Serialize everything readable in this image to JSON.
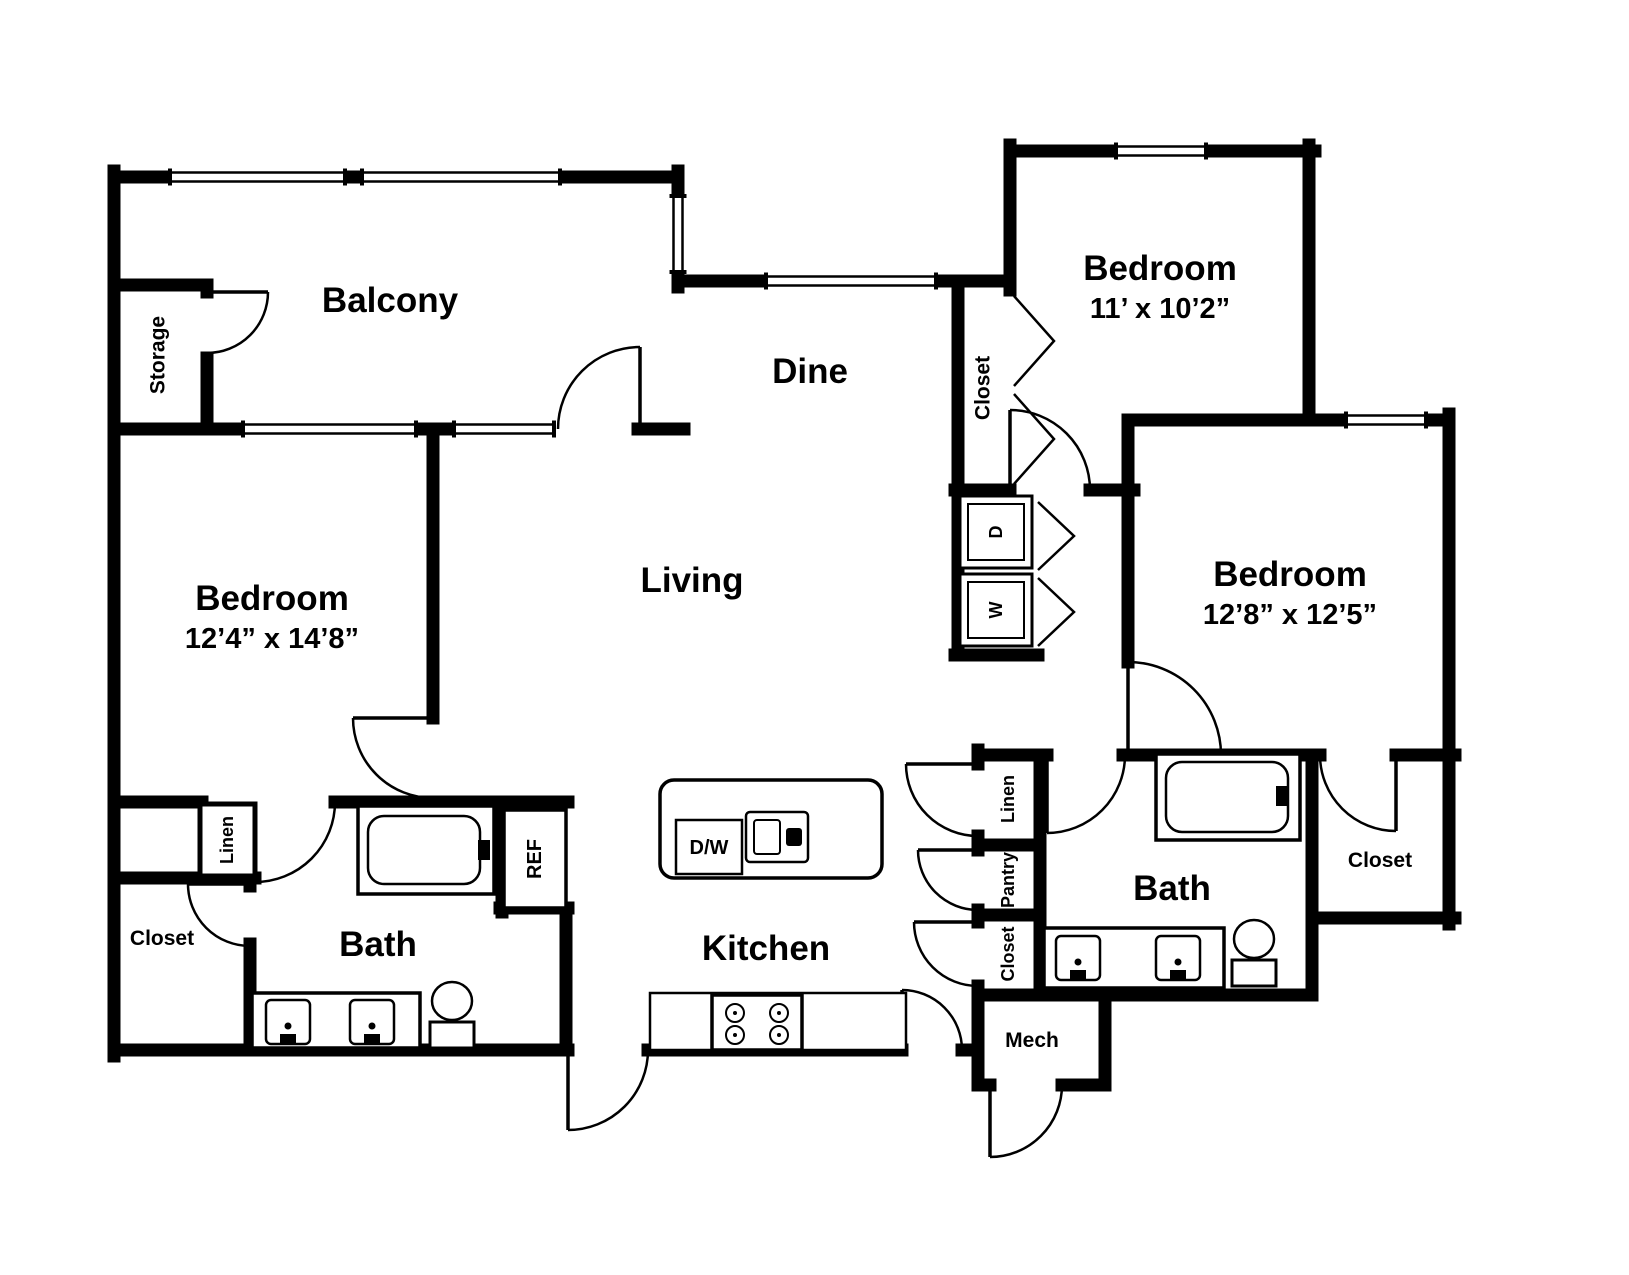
{
  "colors": {
    "line": "#000000",
    "background": "#ffffff"
  },
  "rooms": {
    "balcony": {
      "label": "Balcony"
    },
    "storage": {
      "label": "Storage"
    },
    "dine": {
      "label": "Dine"
    },
    "living": {
      "label": "Living"
    },
    "kitchen": {
      "label": "Kitchen"
    },
    "bedroom_top_right": {
      "label": "Bedroom",
      "dimensions": "11’ x 10’2”"
    },
    "bedroom_left": {
      "label": "Bedroom",
      "dimensions": "12’4” x 14’8”"
    },
    "bedroom_right": {
      "label": "Bedroom",
      "dimensions": "12’8” x 12’5”"
    },
    "bath_left": {
      "label": "Bath"
    },
    "bath_right": {
      "label": "Bath"
    },
    "mech": {
      "label": "Mech"
    }
  },
  "storage_spaces": {
    "closet_top": {
      "label": "Closet"
    },
    "closet_left": {
      "label": "Closet"
    },
    "closet_hall": {
      "label": "Closet"
    },
    "closet_right": {
      "label": "Closet"
    },
    "linen_left": {
      "label": "Linen"
    },
    "linen_right": {
      "label": "Linen"
    },
    "pantry": {
      "label": "Pantry"
    }
  },
  "appliances": {
    "dryer": {
      "label": "D"
    },
    "washer": {
      "label": "W"
    },
    "refrigerator": {
      "label": "REF"
    },
    "dishwasher": {
      "label": "D/W"
    }
  }
}
